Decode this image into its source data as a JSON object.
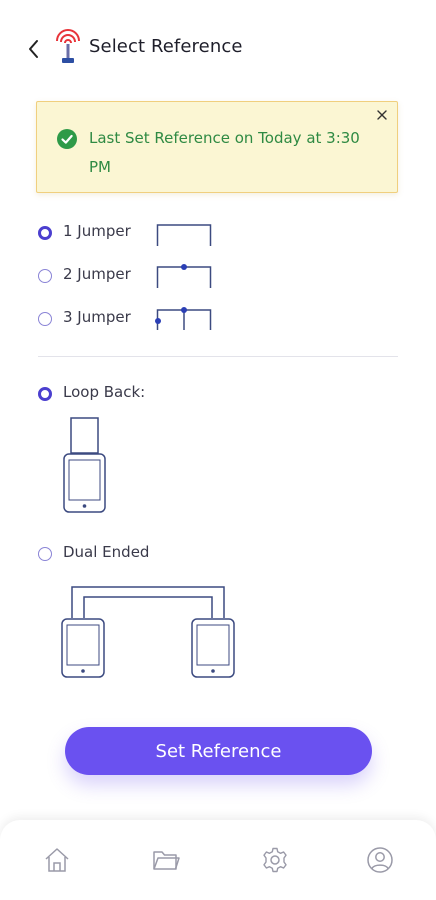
{
  "header": {
    "title": "Select Reference",
    "back_icon": "chevron-left-icon",
    "logo_icon": "antenna-tower-icon"
  },
  "alert": {
    "message": "Last Set Reference on Today at 3:30 PM",
    "status_icon": "check-circle-icon",
    "close_icon": "close-icon",
    "color": "#2f8a43"
  },
  "jumper_options": [
    {
      "label": "1 Jumper",
      "selected": true
    },
    {
      "label": "2 Jumper",
      "selected": false
    },
    {
      "label": "3 Jumper",
      "selected": false
    }
  ],
  "method_options": [
    {
      "label": "Loop Back:",
      "selected": true
    },
    {
      "label": "Dual Ended",
      "selected": false
    }
  ],
  "set_reference_button": {
    "label": "Set Reference",
    "color": "#6a51f0"
  },
  "bottom_nav": [
    {
      "icon": "home-icon"
    },
    {
      "icon": "folder-icon"
    },
    {
      "icon": "gear-icon"
    },
    {
      "icon": "user-icon"
    }
  ],
  "colors": {
    "accent": "#4b3fcf",
    "diagram": "#3c4a80",
    "alert_bg": "#fbf6d3",
    "alert_border": "#f0cf7e"
  }
}
